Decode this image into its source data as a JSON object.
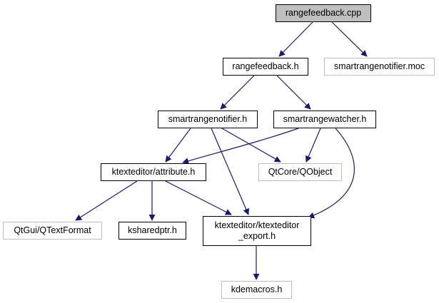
{
  "diagram": {
    "type": "include-dependency-graph",
    "edge_color": "#191970",
    "nodes": [
      {
        "id": "rangefeedback_cpp",
        "label": "rangefeedback.cpp",
        "style": "root"
      },
      {
        "id": "rangefeedback_h",
        "label": "rangefeedback.h",
        "style": "solid"
      },
      {
        "id": "smartrangenotifier_moc",
        "label": "smartrangenotifier.moc",
        "style": "ext"
      },
      {
        "id": "smartrangenotifier_h",
        "label": "smartrangenotifier.h",
        "style": "solid"
      },
      {
        "id": "smartrangewatcher_h",
        "label": "smartrangewatcher.h",
        "style": "solid"
      },
      {
        "id": "attribute_h",
        "label": "ktexteditor/attribute.h",
        "style": "solid"
      },
      {
        "id": "qobject",
        "label": "QtCore/QObject",
        "style": "ext"
      },
      {
        "id": "qtextformat",
        "label": "QtGui/QTextFormat",
        "style": "ext"
      },
      {
        "id": "ksharedptr_h",
        "label": "ksharedptr.h",
        "style": "solid"
      },
      {
        "id": "export_h",
        "label": "ktexteditor/ktexteditor\n_export.h",
        "style": "solid"
      },
      {
        "id": "kdemacros_h",
        "label": "kdemacros.h",
        "style": "ext"
      }
    ],
    "edges": [
      {
        "from": "rangefeedback_cpp",
        "to": "rangefeedback_h"
      },
      {
        "from": "rangefeedback_cpp",
        "to": "smartrangenotifier_moc"
      },
      {
        "from": "rangefeedback_h",
        "to": "smartrangenotifier_h"
      },
      {
        "from": "rangefeedback_h",
        "to": "smartrangewatcher_h"
      },
      {
        "from": "smartrangenotifier_h",
        "to": "attribute_h"
      },
      {
        "from": "smartrangenotifier_h",
        "to": "qobject"
      },
      {
        "from": "smartrangenotifier_h",
        "to": "export_h"
      },
      {
        "from": "smartrangewatcher_h",
        "to": "attribute_h"
      },
      {
        "from": "smartrangewatcher_h",
        "to": "qobject"
      },
      {
        "from": "smartrangewatcher_h",
        "to": "export_h"
      },
      {
        "from": "attribute_h",
        "to": "qtextformat"
      },
      {
        "from": "attribute_h",
        "to": "ksharedptr_h"
      },
      {
        "from": "attribute_h",
        "to": "export_h"
      },
      {
        "from": "export_h",
        "to": "kdemacros_h"
      }
    ]
  }
}
